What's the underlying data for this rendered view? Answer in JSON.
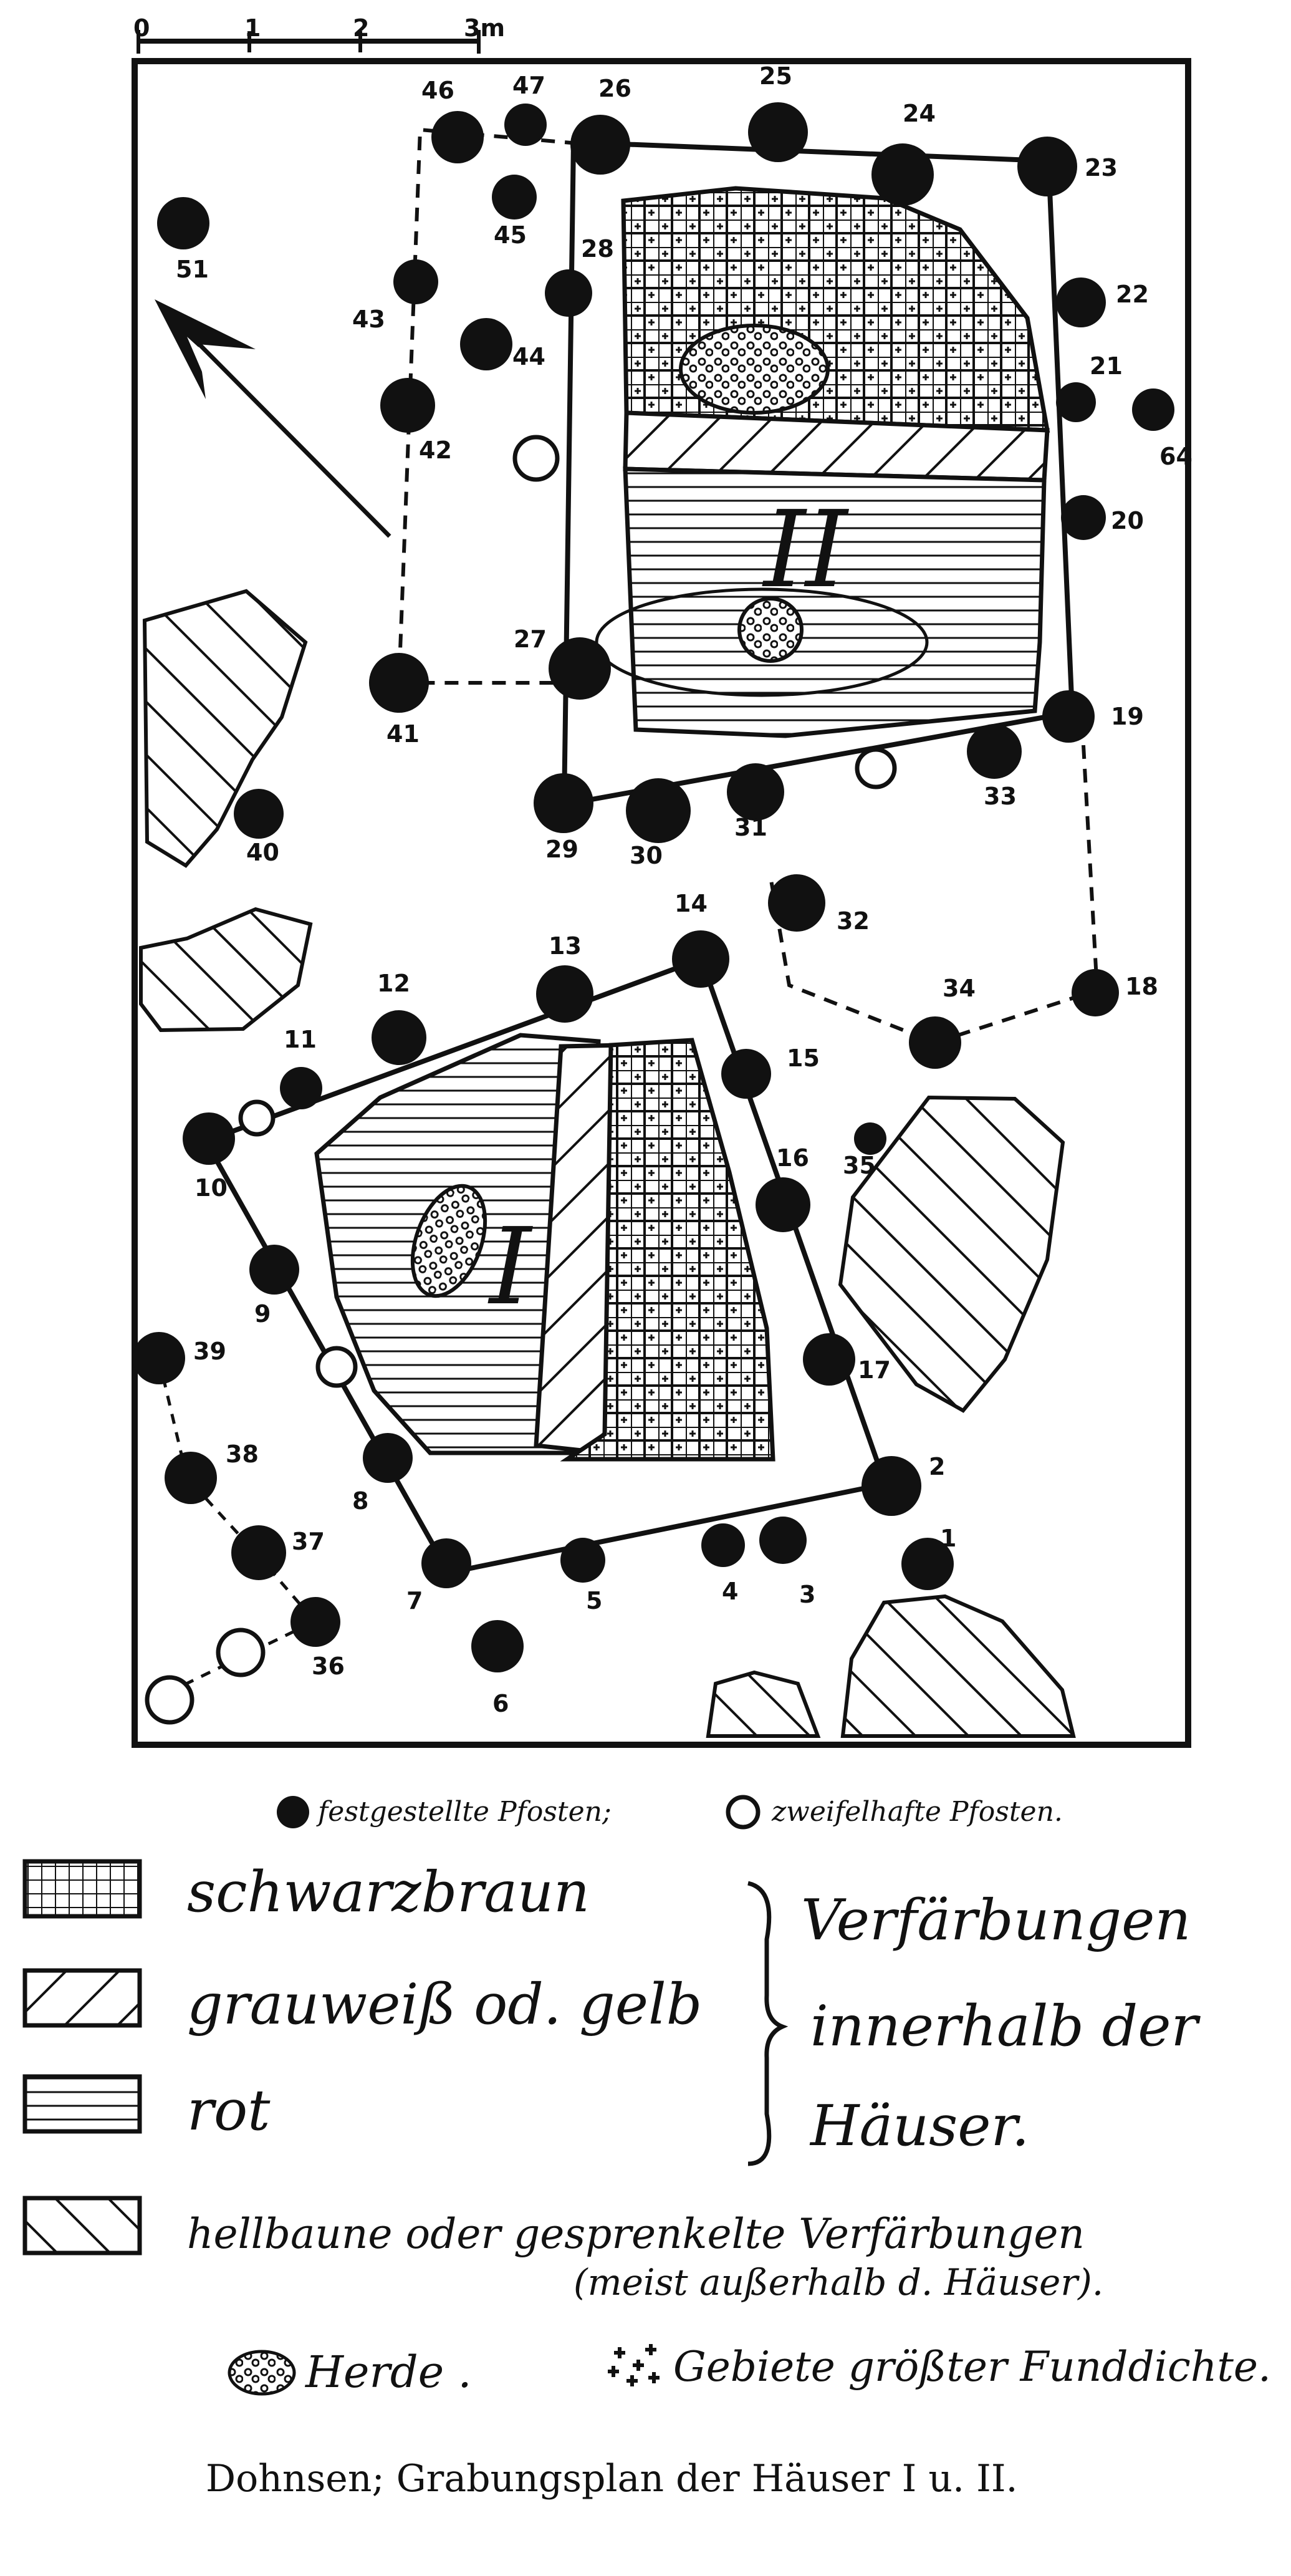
{
  "scale_bar": {
    "ticks": [
      "0",
      "1",
      "2",
      "3m"
    ]
  },
  "houses": {
    "house_1": "I",
    "house_2": "II"
  },
  "posts": {
    "certain": [
      "1",
      "2",
      "3",
      "4",
      "5",
      "6",
      "7",
      "8",
      "9",
      "10",
      "11",
      "12",
      "13",
      "14",
      "15",
      "16",
      "17",
      "18",
      "19",
      "20",
      "21",
      "22",
      "23",
      "24",
      "25",
      "26",
      "27",
      "28",
      "29",
      "30",
      "31",
      "32",
      "33",
      "34",
      "35",
      "36",
      "37",
      "38",
      "39",
      "40",
      "41",
      "42",
      "43",
      "44",
      "45",
      "46",
      "47",
      "51",
      "64"
    ]
  },
  "legend": {
    "post_certain": "festgestellte Pfosten;",
    "post_doubtful": "zweifelhafte Pfosten.",
    "schwarzbraun": "schwarzbraun",
    "grauweiss": "grauweiß od. gelb",
    "rot": "rot",
    "brace_line1": "Verfärbungen",
    "brace_line2": "innerhalb der",
    "brace_line3": "Häuser.",
    "hellbraun_line1": "hellbaune oder gesprenkelte Verfärbungen",
    "hellbraun_line2": "(meist außerhalb d. Häuser).",
    "herde": "Herde .",
    "funddichte": "Gebiete größter Funddichte."
  },
  "caption": "Dohnsen; Grabungsplan der Häuser I u. II.",
  "colors": {
    "ink": "#111111",
    "paper": "#ffffff"
  }
}
